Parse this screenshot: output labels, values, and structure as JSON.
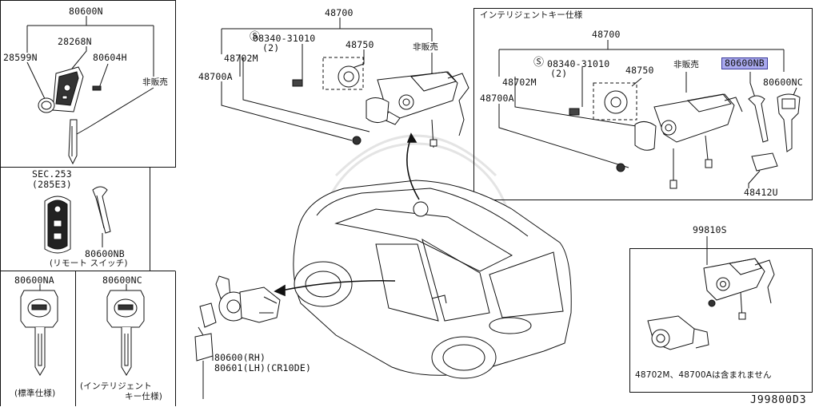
{
  "diagram_code": "J99800D3",
  "top_left": {
    "part_no": "80600N",
    "parts": [
      "28268N",
      "28599N",
      "80604H"
    ],
    "note": "非販売"
  },
  "remote": {
    "section": "SEC.253",
    "section_ref": "(285E3)",
    "part_no": "80600NB",
    "caption": "(リモート スイッチ)"
  },
  "key_standard": {
    "part_no": "80600NA",
    "caption": "(標準仕様)"
  },
  "key_intelligent": {
    "part_no": "80600NC",
    "caption_line1": "(インテリジェント",
    "caption_line2": "キー仕様)"
  },
  "ignition": {
    "part_no": "48700",
    "screw": "08340-31010",
    "screw_qty": "(2)",
    "switch": "48750",
    "note": "非販売",
    "bracket": "48702M",
    "assembly": "48700A"
  },
  "intelligent_box": {
    "title": "インテリジェントキー仕様",
    "part_no": "48700",
    "screw": "08340-31010",
    "screw_qty": "(2)",
    "switch": "48750",
    "note": "非販売",
    "bracket": "48702M",
    "assembly": "48700A",
    "highlighted": "80600NB",
    "key": "80600NC",
    "module": "48412U"
  },
  "door": {
    "rh": "80600(RH)",
    "lh": "80601(LH)(CR10DE)"
  },
  "kit": {
    "part_no": "99810S",
    "note": "48702M、48700Aは含まれません"
  }
}
